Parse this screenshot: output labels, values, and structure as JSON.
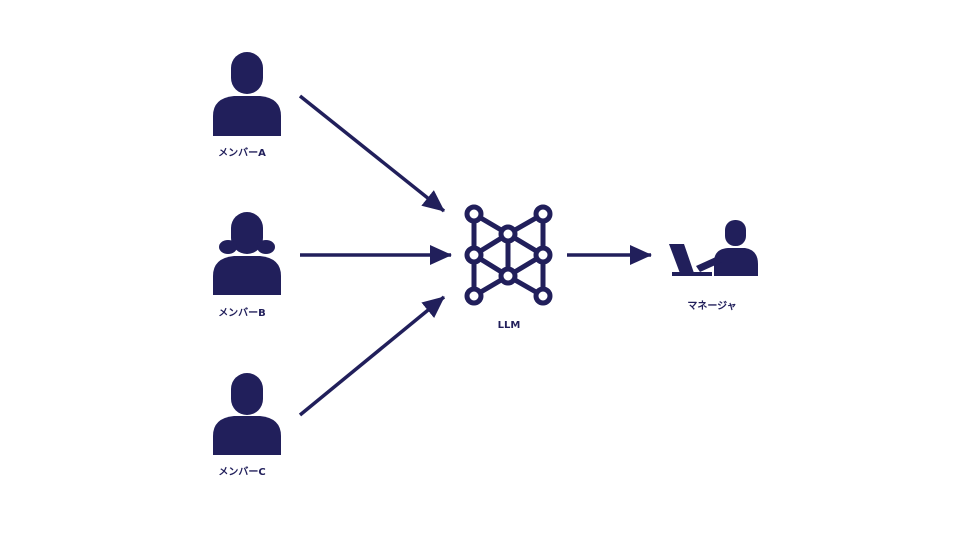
{
  "colors": {
    "primary": "#211F5B",
    "background": "#FFFFFF"
  },
  "nodes": {
    "member_a": {
      "label": "メンバーA",
      "icon": "person-short-hair-icon"
    },
    "member_b": {
      "label": "メンバーB",
      "icon": "person-long-hair-icon"
    },
    "member_c": {
      "label": "メンバーC",
      "icon": "person-short-hair-icon"
    },
    "llm": {
      "label": "LLM",
      "icon": "neural-network-icon"
    },
    "manager": {
      "label": "マネージャ",
      "icon": "person-at-desk-icon"
    }
  },
  "edges": [
    {
      "from": "メンバーA",
      "to": "LLM"
    },
    {
      "from": "メンバーB",
      "to": "LLM"
    },
    {
      "from": "メンバーC",
      "to": "LLM"
    },
    {
      "from": "LLM",
      "to": "マネージャ"
    }
  ]
}
